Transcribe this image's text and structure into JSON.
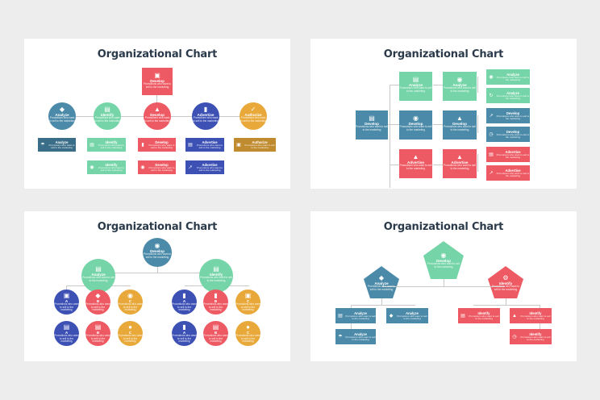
{
  "colors": {
    "red": "#ee5a63",
    "green": "#76d5a8",
    "teal": "#4b8aa8",
    "purple": "#6a5acd",
    "orange": "#e8a93a",
    "navy": "#3d51b5",
    "sky": "#73c1e8",
    "olive": "#c08a2e"
  },
  "title": "Organizational Chart",
  "desc": "Promotions who want to sell to the marketing",
  "words": {
    "develop": "Develop",
    "analyze": "Analyze",
    "identify": "Identify",
    "advertise": "Advertise",
    "authorize": "Authorize",
    "a": "A",
    "b": "B",
    "c": "C"
  }
}
